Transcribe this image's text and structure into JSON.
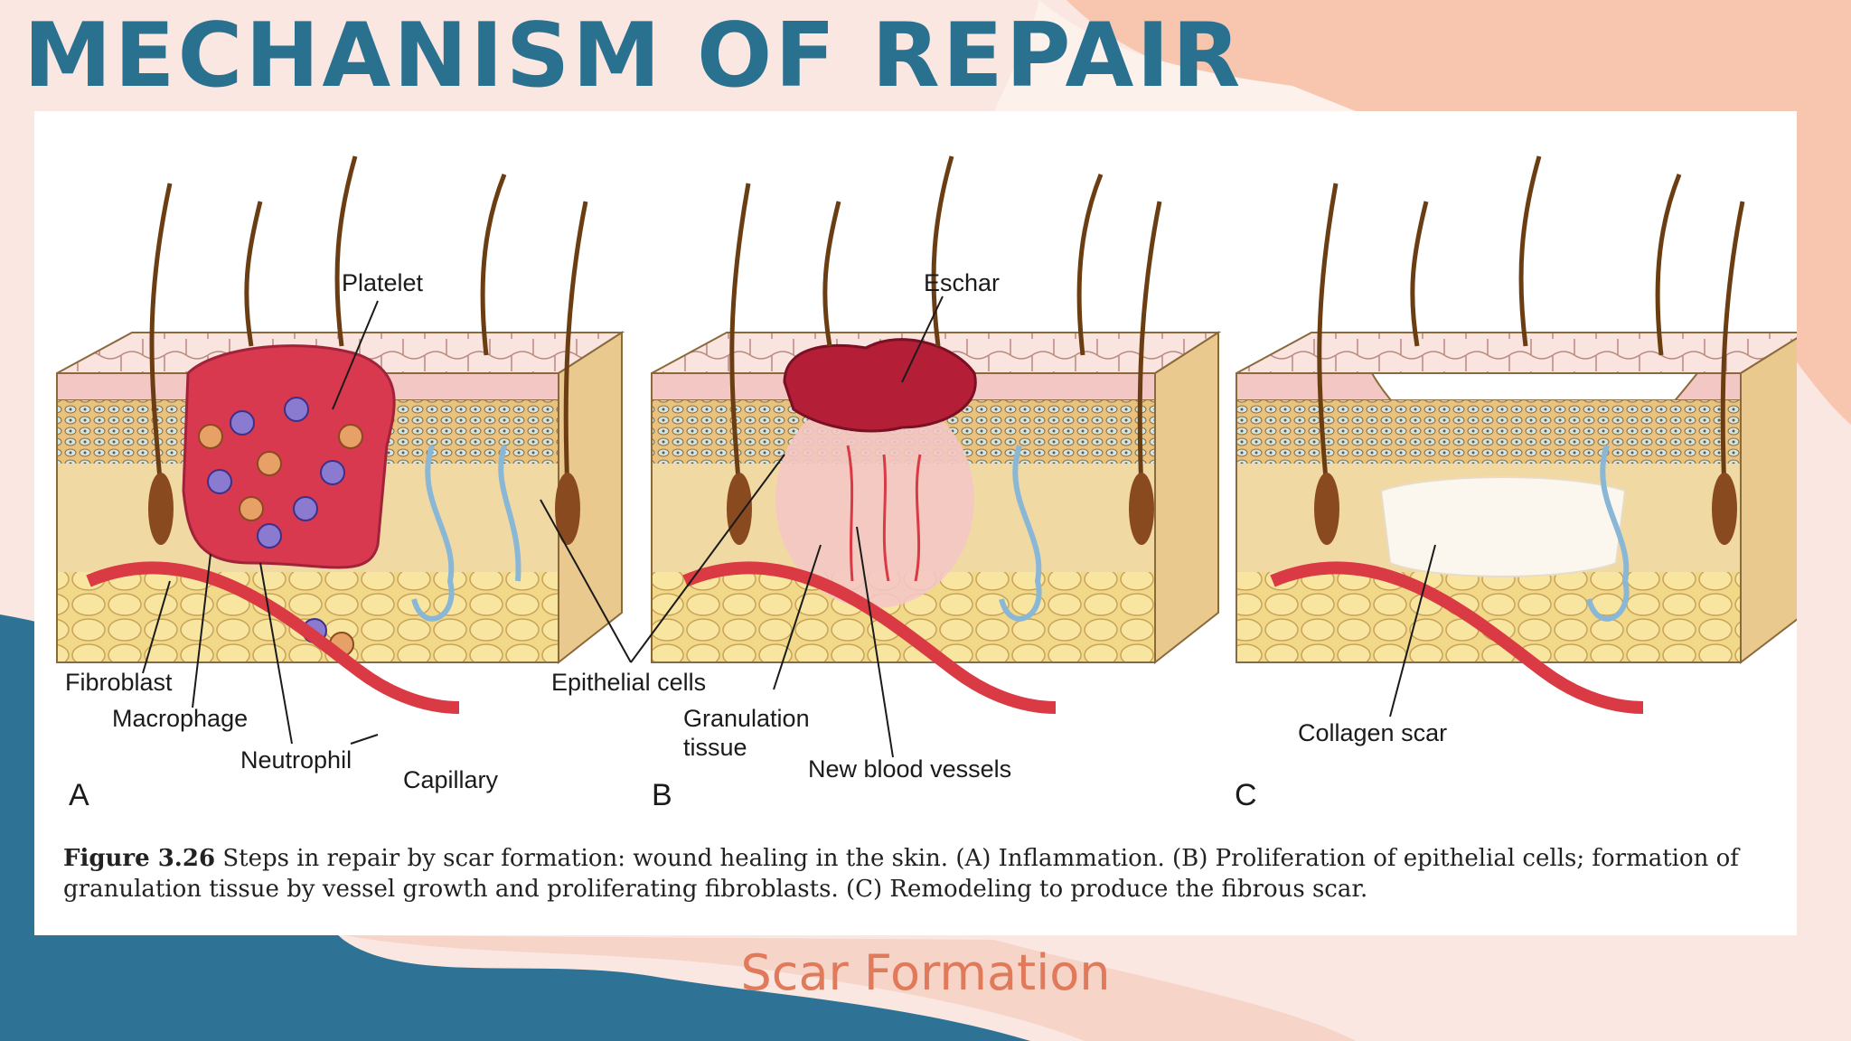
{
  "slide": {
    "title": "MECHANISM OF REPAIR",
    "subtitle": "Scar Formation",
    "colors": {
      "title": "#2a7190",
      "subtitle": "#e07a5a",
      "background": "#fbe7e1",
      "accent_peach": "#f8c5ae",
      "accent_blue": "#2e7395"
    }
  },
  "figure": {
    "panels": [
      {
        "letter": "A",
        "labels": [
          "Platelet",
          "Fibroblast",
          "Macrophage",
          "Neutrophil",
          "Capillary"
        ]
      },
      {
        "letter": "B",
        "labels": [
          "Eschar",
          "Epithelial cells",
          "Granulation",
          "tissue",
          "New blood vessels"
        ]
      },
      {
        "letter": "C",
        "labels": [
          "Collagen scar"
        ]
      }
    ],
    "caption": {
      "label": "Figure 3.26",
      "text": "Steps in repair by scar formation: wound healing in the skin. (A) Inflammation. (B) Proliferation of epithelial cells; formation of granulation tissue by vessel growth and proliferating fibroblasts. (C) Remodeling to produce the fibrous scar."
    }
  }
}
